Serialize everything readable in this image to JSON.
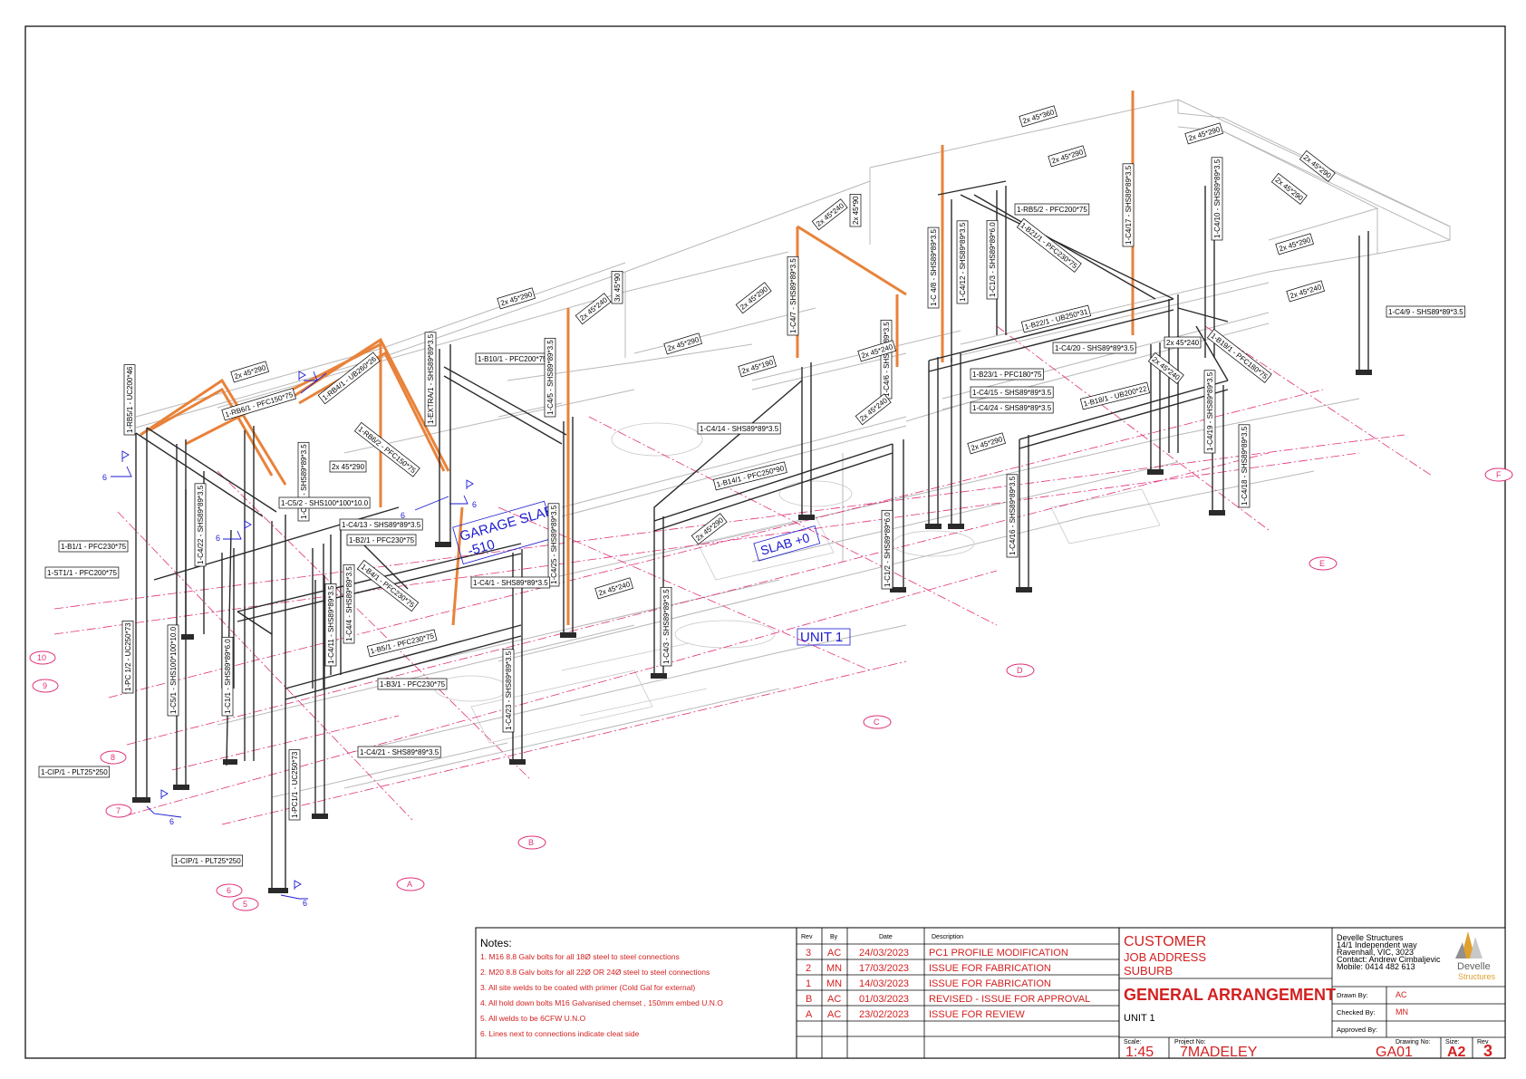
{
  "members": [
    {
      "name": "member-rb5-1",
      "text": "1-RB5/1 - UC200*46"
    },
    {
      "name": "member-rb6-1",
      "text": "1-RB6/1 - PFC150*75"
    },
    {
      "name": "member-rb4-1",
      "text": "1-RB4/1 - UB260*26"
    },
    {
      "name": "member-rb6-2",
      "text": "1-RB6/2 - PFC150*75"
    },
    {
      "name": "member-c4-2",
      "text": "1-C4/2 - SHS89*89*3.5"
    },
    {
      "name": "member-c4-22",
      "text": "1-C4/22 - SHS89*89*3.5"
    },
    {
      "name": "member-extra-1",
      "text": "1-EXTRA/1 - SHS89*89*3.5"
    },
    {
      "name": "member-b10-1",
      "text": "1-B10/1 - PFC200*75"
    },
    {
      "name": "member-c4-5",
      "text": "1-C4/5 - SHS89*89*3.5"
    },
    {
      "name": "member-c5-2",
      "text": "1-C5/2 - SHS100*100*10.0"
    },
    {
      "name": "member-c4-13",
      "text": "1-C4/13 - SHS89*89*3.5"
    },
    {
      "name": "member-b2-1",
      "text": "1-B2/1 - PFC230*75"
    },
    {
      "name": "member-b1-1",
      "text": "1-B1/1 - PFC230*75"
    },
    {
      "name": "member-st1-1",
      "text": "1-ST1/1 - PFC200*75"
    },
    {
      "name": "member-b4-1",
      "text": "1-B4/1 - PFC230*75"
    },
    {
      "name": "member-c4-25",
      "text": "1-C4/25 - SHS89*89*3.5"
    },
    {
      "name": "member-c4-1",
      "text": "1-C4/1 - SHS89*89*3.5"
    },
    {
      "name": "member-pc1-2",
      "text": "1-PC 1/2 - UC250*73"
    },
    {
      "name": "member-c5-1",
      "text": "1-C5/1 - SHS100*100*10.0"
    },
    {
      "name": "member-c1-1",
      "text": "1-C1/1 - SHS89*89*6.0"
    },
    {
      "name": "member-c4-11",
      "text": "1-C4/11 - SHS89*89*3.5"
    },
    {
      "name": "member-c4-4",
      "text": "1-C4/4 - SHS89*89*3.5"
    },
    {
      "name": "member-b5-1",
      "text": "1-B5/1 - PFC230*75"
    },
    {
      "name": "member-b3-1",
      "text": "1-B3/1 - PFC230*75"
    },
    {
      "name": "member-c4-23",
      "text": "1-C4/23 - SHS89*89*3.5"
    },
    {
      "name": "member-c4-21",
      "text": "1-C4/21 - SHS89*89*3.5"
    },
    {
      "name": "member-pc1-1",
      "text": "1-PC1/1 - UC250*73"
    },
    {
      "name": "member-cip1-1a",
      "text": "1-CIP/1 - PLT25*250"
    },
    {
      "name": "member-cip1-1b",
      "text": "1-CIP/1 - PLT25*250"
    },
    {
      "name": "member-c4-7",
      "text": "1-C4/7 - SHS89*89*3.5"
    },
    {
      "name": "member-c4-6",
      "text": "1-C4/6 - SHS89*89*3.5"
    },
    {
      "name": "member-c4-14",
      "text": "1-C4/14 - SHS89*89*3.5"
    },
    {
      "name": "member-b14-1",
      "text": "1-B14/1 - PFC250*90"
    },
    {
      "name": "member-c4-3",
      "text": "1-C4/3 - SHS89*89*3.5"
    },
    {
      "name": "member-c1-2",
      "text": "1-C1/2 - SHS89*89*6.0"
    },
    {
      "name": "member-c4-8",
      "text": "1-C 4/8 - SHS89*89*3.5"
    },
    {
      "name": "member-c4-12",
      "text": "1-C4/12 - SHS89*89*3.5"
    },
    {
      "name": "member-c1-3",
      "text": "1-C1/3 - SHS89*89*6.0"
    },
    {
      "name": "member-rb5-2",
      "text": "1-RB5/2 - PFC200*75"
    },
    {
      "name": "member-b21-1",
      "text": "1-B21/1 - PFC230*75"
    },
    {
      "name": "member-c4-17",
      "text": "1-C4/17 - SHS89*89*3.5"
    },
    {
      "name": "member-c4-10",
      "text": "1-C4/10 - SHS89*89*3.5"
    },
    {
      "name": "member-b22-1",
      "text": "1-B22/1 - UB250*31"
    },
    {
      "name": "member-c4-20",
      "text": "1-C4/20 - SHS89*89*3.5"
    },
    {
      "name": "member-b23-1",
      "text": "1-B23/1 - PFC180*75"
    },
    {
      "name": "member-c4-15",
      "text": "1-C4/15 - SHS89*89*3.5"
    },
    {
      "name": "member-c4-24",
      "text": "1-C4/24 - SHS89*89*3.5"
    },
    {
      "name": "member-b18-1",
      "text": "1-B18/1 - UB200*22"
    },
    {
      "name": "member-b19-1",
      "text": "1-B19/1 - PFC180*75"
    },
    {
      "name": "member-c4-9",
      "text": "1-C4/9 - SHS89*89*3.5"
    },
    {
      "name": "member-c4-19",
      "text": "1-C4/19 - SHS89*89*3.5"
    },
    {
      "name": "member-c4-18",
      "text": "1-C4/18 - SHS89*89*3.5"
    },
    {
      "name": "member-c4-16",
      "text": "1-C4/16 - SHS89*89*3.5"
    }
  ],
  "timber": [
    {
      "name": "timber-1",
      "text": "2x 45*290"
    },
    {
      "name": "timber-2",
      "text": "2x 45*290"
    },
    {
      "name": "timber-3",
      "text": "2x 45*240"
    },
    {
      "name": "timber-4",
      "text": "3x 45*90"
    },
    {
      "name": "timber-5",
      "text": "2x 45*290"
    },
    {
      "name": "timber-6",
      "text": "2x 45*290"
    },
    {
      "name": "timber-7",
      "text": "2x 45*190"
    },
    {
      "name": "timber-8",
      "text": "2x 45*240"
    },
    {
      "name": "timber-9",
      "text": "2x 45*90"
    },
    {
      "name": "timber-10",
      "text": "2x 45*240"
    },
    {
      "name": "timber-11",
      "text": "2x 45*360"
    },
    {
      "name": "timber-12",
      "text": "2x 45*290"
    },
    {
      "name": "timber-13",
      "text": "2x 45*290"
    },
    {
      "name": "timber-14",
      "text": "2x 45*290"
    },
    {
      "name": "timber-15",
      "text": "2x 45*290"
    },
    {
      "name": "timber-16",
      "text": "2x 45*290"
    },
    {
      "name": "timber-17",
      "text": "2x 45*240"
    },
    {
      "name": "timber-18",
      "text": "2x 45*240"
    },
    {
      "name": "timber-19",
      "text": "2x 45*240"
    },
    {
      "name": "timber-20",
      "text": "2x 45*290"
    },
    {
      "name": "timber-21",
      "text": "2x 45*290"
    },
    {
      "name": "timber-22",
      "text": "2x 45*240"
    },
    {
      "name": "timber-23",
      "text": "2x 45*290"
    },
    {
      "name": "timber-24",
      "text": "2x 45*240"
    }
  ],
  "areas": {
    "garage_slab_line1": "GARAGE SLAB",
    "garage_slab_line2": "-510",
    "slab": "SLAB +0",
    "unit": "UNIT 1"
  },
  "grid_bubbles": [
    "10",
    "9",
    "8",
    "7",
    "6",
    "5",
    "A",
    "B",
    "C",
    "D",
    "E",
    "F"
  ],
  "weld_symbol": "6",
  "notes": {
    "title": "Notes:",
    "items": [
      "1. M16 8.8 Galv bolts for all 18Ø steel to steel connections",
      "2. M20 8.8 Galv bolts for all 22Ø OR 24Ø steel to steel connections",
      "3. All site welds to be coated with primer (Cold Gal for external)",
      "4. All hold down bolts M16 Galvanised chemset , 150mm embed U.N.O",
      "5. All welds to be 6CFW U.N.O",
      "6. Lines next to connections indicate cleat side"
    ]
  },
  "revisions": {
    "headers": {
      "rev": "Rev",
      "by": "By",
      "date": "Date",
      "description": "Description"
    },
    "rows": [
      {
        "rev": "3",
        "by": "AC",
        "date": "24/03/2023",
        "description": "PC1 PROFILE MODIFICATION"
      },
      {
        "rev": "2",
        "by": "MN",
        "date": "17/03/2023",
        "description": "ISSUE FOR FABRICATION"
      },
      {
        "rev": "1",
        "by": "MN",
        "date": "14/03/2023",
        "description": "ISSUE FOR FABRICATION"
      },
      {
        "rev": "B",
        "by": "AC",
        "date": "01/03/2023",
        "description": "REVISED - ISSUE FOR APPROVAL"
      },
      {
        "rev": "A",
        "by": "AC",
        "date": "23/02/2023",
        "description": "ISSUE FOR REVIEW"
      }
    ]
  },
  "project": {
    "customer": "CUSTOMER",
    "job_address": "JOB ADDRESS",
    "suburb": "SUBURB",
    "title": "GENERAL ARRANGEMENT",
    "subtitle": "UNIT 1"
  },
  "company": {
    "name": "Develle Structures",
    "address1": "14/1 Independent way",
    "address2": "Ravenhall, VIC, 3023",
    "contact": "Contact: Andrew Cimbaljevic",
    "mobile": "Mobile: 0414 482 613",
    "logo_word1": "Develle",
    "logo_word2": "Structures"
  },
  "approvals": {
    "drawn_label": "Drawn By:",
    "drawn_value": "AC",
    "checked_label": "Checked By:",
    "checked_value": "MN",
    "approved_label": "Approved By:",
    "approved_value": ""
  },
  "footer": {
    "scale_label": "Scale:",
    "scale_value": "1:45",
    "project_label": "Project No:",
    "project_value": "7MADELEY",
    "drawing_label": "Drawing No:",
    "drawing_value": "GA01",
    "size_label": "Size:",
    "size_value": "A2",
    "rev_label": "Rev",
    "rev_value": "3"
  },
  "colors": {
    "steel": "#2a2a2a",
    "timber": "#e8823a",
    "grid": "#e0307a",
    "annotation": "#1a1ad0",
    "title_red": "#d42020",
    "ghost": "#b8b8b8"
  }
}
